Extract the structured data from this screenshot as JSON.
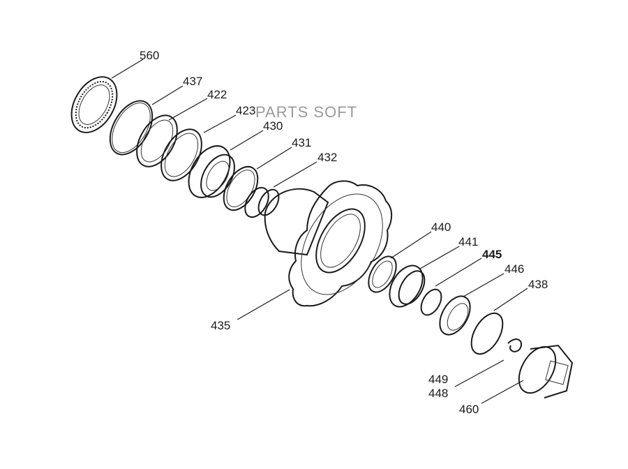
{
  "watermark": "PARTS SOFT",
  "callouts": {
    "p560": "560",
    "p437": "437",
    "p422": "422",
    "p423": "423",
    "p430": "430",
    "p431": "431",
    "p432": "432",
    "p435": "435",
    "p440": "440",
    "p441": "441",
    "p445": "445",
    "p446": "446",
    "p438": "438",
    "p449": "449",
    "p448": "448",
    "p460": "460"
  }
}
